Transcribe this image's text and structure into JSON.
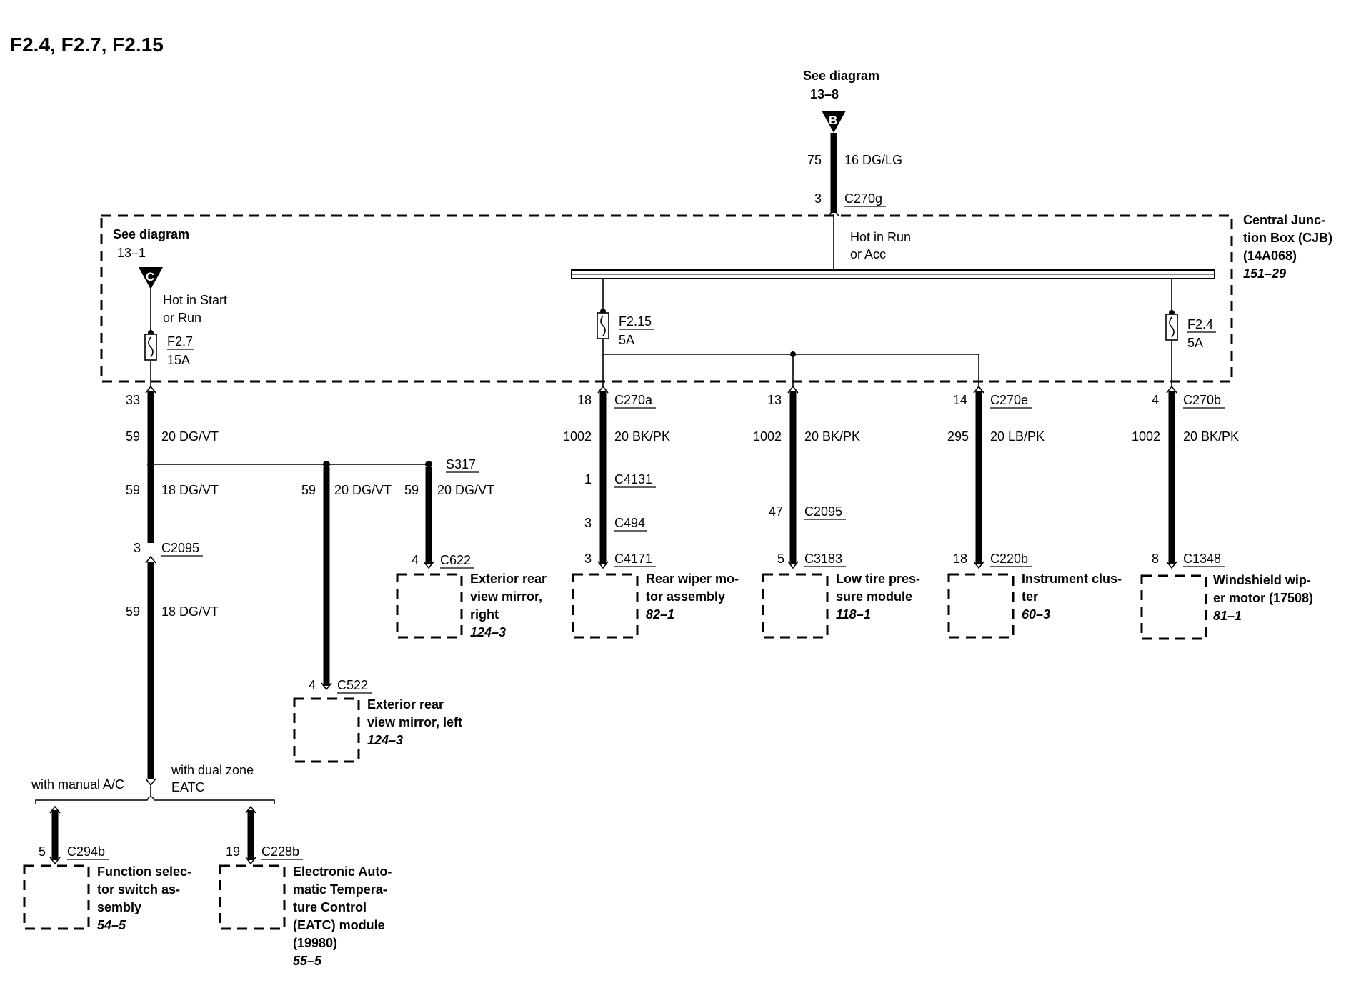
{
  "title": "F2.4, F2.7, F2.15",
  "source_B": {
    "line1": "See diagram",
    "line2": "13–8",
    "letter": "B",
    "circuit": "75",
    "wire": "16 DG/LG",
    "pin": "3",
    "connector": "C270g"
  },
  "cjb": {
    "line1": "Central Junc-",
    "line2": "tion Box (CJB)",
    "line3": "(14A068)",
    "ref": "151–29",
    "bus_note1": "Hot in Run",
    "bus_note2": "or Acc"
  },
  "source_C": {
    "line1": "See diagram",
    "line2": "13–1",
    "letter": "C",
    "note1": "Hot in Start",
    "note2": "or Run"
  },
  "fuses": {
    "f27": {
      "name": "F2.7",
      "rating": "15A"
    },
    "f215": {
      "name": "F2.15",
      "rating": "5A"
    },
    "f24": {
      "name": "F2.4",
      "rating": "5A"
    }
  },
  "branch_f27": {
    "pin_cjb": "33",
    "circuit_a": "59",
    "wire_a": "20 DG/VT",
    "circuit_b": "59",
    "wire_b": "18 DG/VT",
    "pin_c2095": "3",
    "conn_c2095": "C2095",
    "circuit_c": "59",
    "wire_c": "18 DG/VT",
    "mid_circuit": "59",
    "mid_wire": "20 DG/VT",
    "splice": "S317",
    "right_circuit": "59",
    "right_wire": "20 DG/VT",
    "opt_manual": "with manual A/C",
    "opt_dual1": "with dual zone",
    "opt_dual2": "EATC"
  },
  "branch_f215": {
    "pin_a": "18",
    "conn_a": "C270a",
    "circuit": "1002",
    "wire": "20 BK/PK",
    "pin_b": "1",
    "conn_b": "C4131",
    "pin_c": "3",
    "conn_c": "C494",
    "pin_d": "3",
    "conn_d": "C4171"
  },
  "branch_tire": {
    "pin_a": "13",
    "circuit": "1002",
    "wire": "20 BK/PK",
    "pin_b": "47",
    "conn_b": "C2095",
    "pin_c": "5",
    "conn_c": "C3183"
  },
  "branch_cluster": {
    "pin_a": "14",
    "conn_a": "C270e",
    "circuit": "295",
    "wire": "20 LB/PK",
    "pin_b": "18",
    "conn_b": "C220b"
  },
  "branch_f24": {
    "pin_a": "4",
    "conn_a": "C270b",
    "circuit": "1002",
    "wire": "20 BK/PK",
    "pin_b": "8",
    "conn_b": "C1348"
  },
  "components": {
    "mirror_right": {
      "pin": "4",
      "conn": "C622",
      "l1": "Exterior rear",
      "l2": "view mirror,",
      "l3": "right",
      "ref": "124–3"
    },
    "mirror_left": {
      "pin": "4",
      "conn": "C522",
      "l1": "Exterior rear",
      "l2": "view mirror, left",
      "ref": "124–3"
    },
    "rear_wiper": {
      "l1": "Rear wiper mo-",
      "l2": "tor assembly",
      "ref": "82–1"
    },
    "tire": {
      "l1": "Low tire pres-",
      "l2": "sure module",
      "ref": "118–1"
    },
    "cluster": {
      "l1": "Instrument clus-",
      "l2": "ter",
      "ref": "60–3"
    },
    "ws_wiper": {
      "l1": "Windshield wip-",
      "l2": "er motor (17508)",
      "ref": "81–1"
    },
    "func_switch": {
      "pin": "5",
      "conn": "C294b",
      "l1": "Function selec-",
      "l2": "tor switch as-",
      "l3": "sembly",
      "ref": "54–5"
    },
    "eatc": {
      "pin": "19",
      "conn": "C228b",
      "l1": "Electronic Auto-",
      "l2": "matic Tempera-",
      "l3": "ture Control",
      "l4": "(EATC) module",
      "l5": "(19980)",
      "ref": "55–5"
    }
  }
}
